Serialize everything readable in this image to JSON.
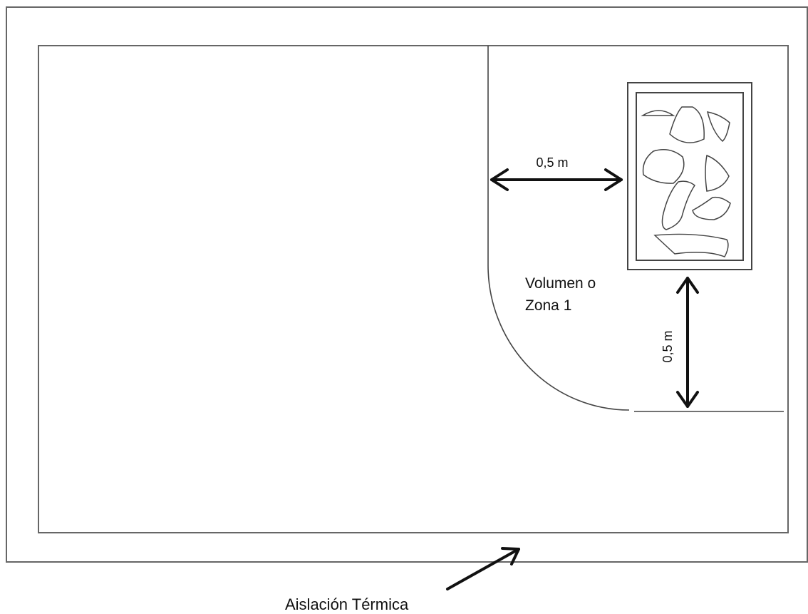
{
  "diagram": {
    "horizontal_clearance_label": "0,5 m",
    "vertical_clearance_label": "0,5 m",
    "zone_label_line1": "Volumen o",
    "zone_label_line2": "Zona 1",
    "insulation_label": "Aislación Térmica"
  },
  "colors": {
    "line": "#555555",
    "arrow": "#111111",
    "text": "#111111",
    "background": "#ffffff"
  }
}
